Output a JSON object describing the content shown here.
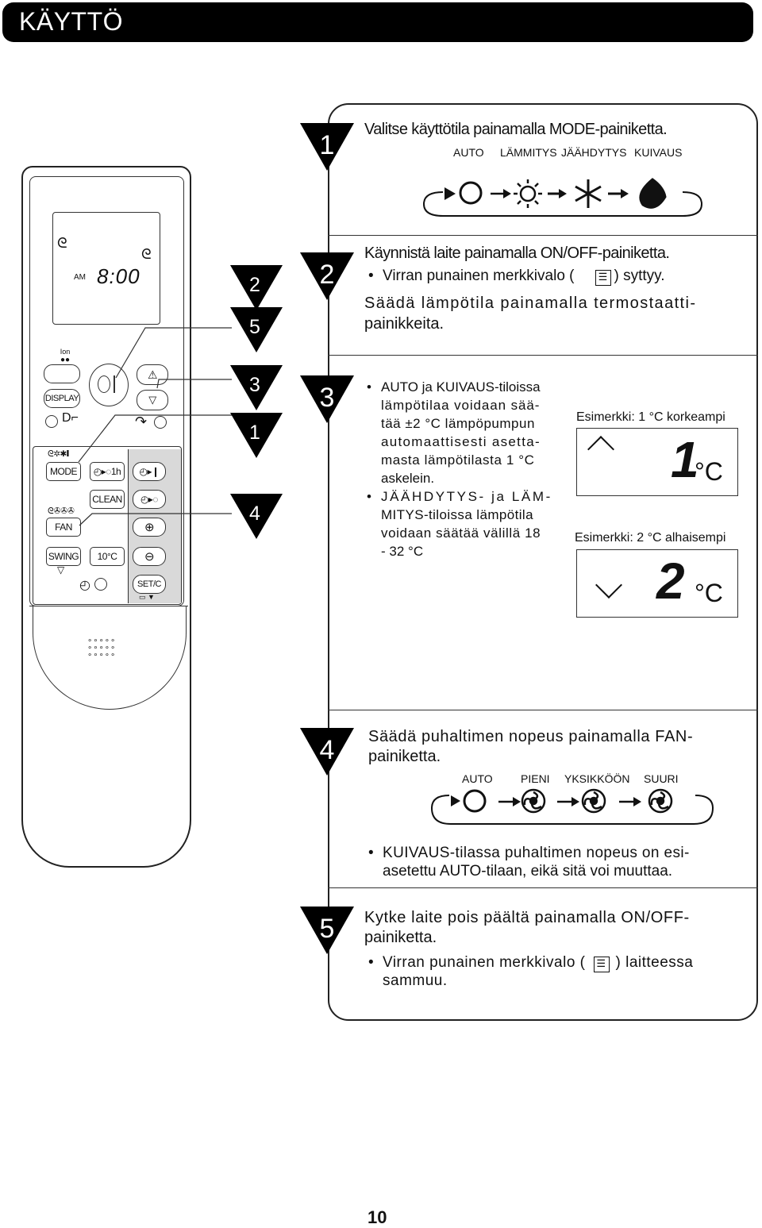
{
  "header": {
    "title": "KÄYTTÖ"
  },
  "remote": {
    "lcd_am": "AM",
    "lcd_time": "8:00",
    "ion_label": "Ion",
    "display_button": "DISPLAY",
    "mode_button": "MODE",
    "timer_1h_button": "1h",
    "clean_button": "CLEAN",
    "fan_button": "FAN",
    "swing_button": "SWING",
    "ten_c_button": "10°C",
    "setc_button": "SET/C"
  },
  "markers": {
    "left": [
      "2",
      "5",
      "3",
      "1",
      "4"
    ],
    "steps": [
      "1",
      "2",
      "3",
      "4",
      "5"
    ]
  },
  "step1": {
    "heading": "Valitse käyttötila painamalla MODE-painiketta.",
    "modes": [
      "AUTO",
      "LÄMMITYS",
      "JÄÄHDYTYS",
      "KUIVAUS"
    ]
  },
  "step2": {
    "heading": "Käynnistä laite painamalla ON/OFF-painiketta.",
    "bullet_pre": "Virran punainen merkkivalo (",
    "bullet_post": ") syttyy.",
    "line3": "Säädä lämpötila painamalla termostaatti-",
    "line4": "painikkeita."
  },
  "step3": {
    "bullet1_lines": [
      "AUTO ja KUIVAUS-tiloissa",
      "lämpötilaa voidaan sää-",
      "tää ±2 °C lämpöpumpun",
      "automaattisesti asetta-",
      "masta lämpötilasta 1 °C",
      "askelein."
    ],
    "bullet2_lines": [
      "JÄÄHDYTYS- ja LÄM-",
      "MITYS-tiloissa lämpötila",
      "voidaan säätää välillä 18",
      "- 32 °C"
    ],
    "example1_label": "Esimerkki: 1 °C korkeampi",
    "example1_value": "1",
    "example1_unit": "°C",
    "example2_label": "Esimerkki: 2 °C alhaisempi",
    "example2_value": "2",
    "example2_unit": "°C"
  },
  "step4": {
    "heading_line1": "Säädä puhaltimen nopeus painamalla FAN-",
    "heading_line2": "painiketta.",
    "speeds": [
      "AUTO",
      "PIENI",
      "YKSIKKÖÖN",
      "SUURI"
    ],
    "bullet_line1": "KUIVAUS-tilassa puhaltimen nopeus on esi-",
    "bullet_line2": "asetettu AUTO-tilaan, eikä sitä voi muuttaa."
  },
  "step5": {
    "heading_line1": "Kytke laite pois päältä painamalla ON/OFF-",
    "heading_line2": "painiketta.",
    "bullet_pre": "Virran punainen merkkivalo (",
    "bullet_post": ") laitteessa",
    "bullet_line2": "sammuu."
  },
  "page_number": "10"
}
